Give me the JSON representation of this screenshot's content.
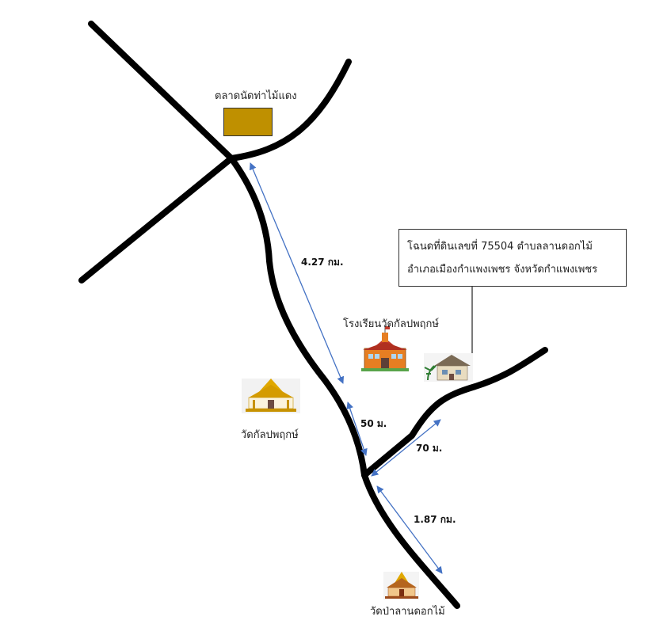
{
  "labels": {
    "market": "ตลาดนัดท่าไม้แดง",
    "school": "โรงเรียนวัดกัลปพฤกษ์",
    "temple_1": "วัดกัลปพฤกษ์",
    "temple_2": "วัดป่าลานดอกไม้"
  },
  "callout": {
    "line1": "โฉนดที่ดินเลขที่ 75504 ตำบลลานดอกไม้",
    "line2": "อำเภอเมืองกำแพงเพชร จังหวัดกำแพงเพชร"
  },
  "distances": {
    "d1": "4.27 กม.",
    "d2": "50 ม.",
    "d3": "70 ม.",
    "d4": "1.87 กม."
  },
  "colors": {
    "road": "#000000",
    "arrow": "#4472c4",
    "market_box": "#bf9000",
    "school_roof": "#c0392b",
    "temple_gold": "#e0a800"
  },
  "icons": [
    "school-icon",
    "house-icon",
    "temple-icon"
  ]
}
